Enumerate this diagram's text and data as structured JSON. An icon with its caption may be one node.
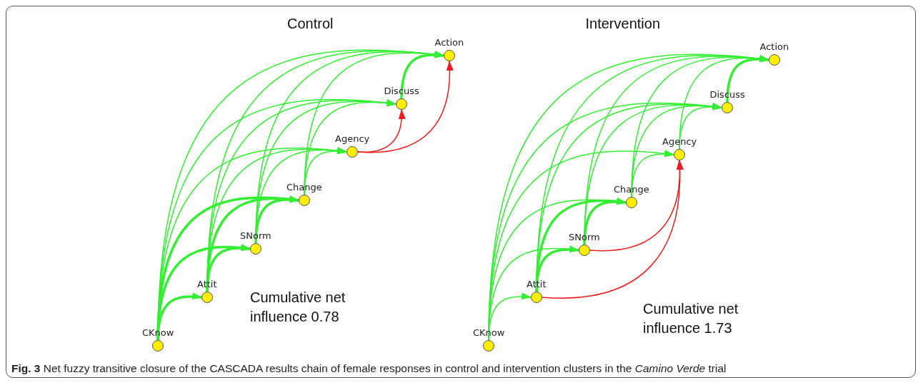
{
  "diagram": {
    "caption": "**Fig. 3** Net fuzzy transitive closure of the CASCADA results chain of female responses in control and intervention clusters in the *Camino Verde* trial",
    "nodes": [
      {
        "text": [
          "CKnow"
        ]
      },
      {
        "text": [
          "Attit"
        ]
      },
      {
        "text": [
          "SNorm"
        ]
      },
      {
        "text": [
          "Change"
        ]
      },
      {
        "text": [
          "Agency"
        ]
      },
      {
        "text": [
          "Discuss"
        ]
      },
      {
        "text": [
          "Action"
        ]
      },
      {
        "text": [
          "CKnow"
        ]
      },
      {
        "text": [
          "Attit"
        ]
      },
      {
        "text": [
          "SNorm"
        ]
      },
      {
        "text": [
          "Change"
        ]
      },
      {
        "text": [
          "Agency"
        ]
      },
      {
        "text": [
          "Discuss"
        ]
      },
      {
        "text": [
          "Action"
        ]
      }
    ],
    "edges": [
      {
        "from": 0,
        "to": 1,
        "arrow": "to",
        "style": "thick"
      },
      {
        "from": 0,
        "to": 2,
        "arrow": "to",
        "style": "thick"
      },
      {
        "from": 0,
        "to": 3,
        "arrow": "to",
        "style": "thick"
      },
      {
        "from": 0,
        "to": 4,
        "arrow": "to"
      },
      {
        "from": 0,
        "to": 5,
        "arrow": "to"
      },
      {
        "from": 0,
        "to": 6,
        "arrow": "to"
      },
      {
        "from": 1,
        "to": 2,
        "arrow": "to",
        "style": "thick"
      },
      {
        "from": 1,
        "to": 3,
        "arrow": "to",
        "style": "thick"
      },
      {
        "from": 1,
        "to": 4,
        "arrow": "to"
      },
      {
        "from": 1,
        "to": 5,
        "arrow": "to"
      },
      {
        "from": 1,
        "to": 6,
        "arrow": "to"
      },
      {
        "from": 2,
        "to": 3,
        "arrow": "to",
        "style": "thick"
      },
      {
        "from": 2,
        "to": 4,
        "arrow": "to"
      },
      {
        "from": 2,
        "to": 5,
        "arrow": "to"
      },
      {
        "from": 2,
        "to": 6,
        "arrow": "to"
      },
      {
        "from": 3,
        "to": 4,
        "arrow": "to"
      },
      {
        "from": 3,
        "to": 5,
        "arrow": "to"
      },
      {
        "from": 3,
        "to": 6,
        "arrow": "to"
      },
      {
        "from": 4,
        "to": 5,
        "arrow": "to",
        "color": "#ee1c1c"
      },
      {
        "from": 4,
        "to": 6,
        "arrow": "to",
        "color": "#ee1c1c"
      },
      {
        "from": 5,
        "to": 6,
        "arrow": "to",
        "style": "thick"
      },
      {
        "from": 7,
        "to": 8,
        "arrow": "to"
      },
      {
        "from": 7,
        "to": 9,
        "arrow": "to"
      },
      {
        "from": 7,
        "to": 10,
        "arrow": "to"
      },
      {
        "from": 7,
        "to": 11,
        "arrow": "to"
      },
      {
        "from": 7,
        "to": 12,
        "arrow": "to"
      },
      {
        "from": 7,
        "to": 13,
        "arrow": "to"
      },
      {
        "from": 8,
        "to": 9,
        "arrow": "to",
        "style": "thick"
      },
      {
        "from": 8,
        "to": 10,
        "arrow": "to",
        "style": "thick"
      },
      {
        "from": 8,
        "to": 11,
        "arrow": "to",
        "color": "#ee1c1c"
      },
      {
        "from": 8,
        "to": 12,
        "arrow": "to"
      },
      {
        "from": 8,
        "to": 13,
        "arrow": "to"
      },
      {
        "from": 9,
        "to": 10,
        "arrow": "to",
        "style": "thick"
      },
      {
        "from": 9,
        "to": 11,
        "arrow": "to",
        "color": "#ee1c1c"
      },
      {
        "from": 9,
        "to": 12,
        "arrow": "to"
      },
      {
        "from": 9,
        "to": 13,
        "arrow": "to"
      },
      {
        "from": 10,
        "to": 11,
        "arrow": "to"
      },
      {
        "from": 10,
        "to": 12,
        "arrow": "to"
      },
      {
        "from": 10,
        "to": 13,
        "arrow": "to"
      },
      {
        "from": 11,
        "to": 12,
        "arrow": "to"
      },
      {
        "from": 11,
        "to": 13,
        "arrow": "to"
      },
      {
        "from": 12,
        "to": 13,
        "arrow": "to",
        "style": "thick"
      }
    ],
    "labels": [
      "Control",
      "Intervention",
      "Cumulative net influence 0.78",
      "Cumulative net influence 1.73"
    ]
  }
}
